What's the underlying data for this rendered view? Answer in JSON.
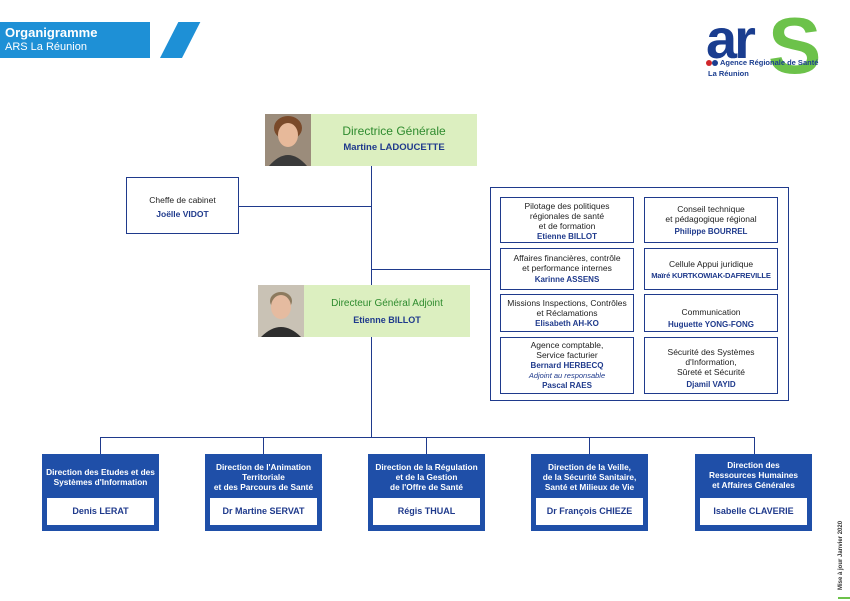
{
  "header": {
    "title": "Organigramme",
    "subtitle": "ARS La Réunion"
  },
  "logo": {
    "mark_a": "ar",
    "mark_s": "S",
    "line1": "Agence Régionale de Santé",
    "line2": "La Réunion",
    "brand_blue": "#1a3d8f",
    "brand_green": "#6cc24a"
  },
  "director_general": {
    "title": "Directrice Générale",
    "name": "Martine LADOUCETTE"
  },
  "cabinet": {
    "title": "Cheffe de cabinet",
    "name": "Joëlle VIDOT"
  },
  "deputy": {
    "title": "Directeur Général Adjoint",
    "name": "Etienne BILLOT"
  },
  "services_left": [
    {
      "lines": [
        "Pilotage des politiques",
        "régionales de santé",
        "et de formation"
      ],
      "name": "Etienne BILLOT"
    },
    {
      "lines": [
        "Affaires financières, contrôle",
        "et performance internes"
      ],
      "name": "Karinne ASSENS"
    },
    {
      "lines": [
        "Missions Inspections, Contrôles",
        "et Réclamations"
      ],
      "name": "Elisabeth AH-KO"
    },
    {
      "lines": [
        "Agence comptable,",
        "Service facturier"
      ],
      "name": "Bernard HERBECQ",
      "extra": "Adjoint au responsable",
      "name2": "Pascal RAES"
    }
  ],
  "services_right": [
    {
      "lines": [
        "Conseil technique",
        "et pédagogique régional"
      ],
      "name": "Philippe BOURREL"
    },
    {
      "lines": [
        "Cellule Appui juridique"
      ],
      "name": "Maïré KURTKOWIAK-DAFREVILLE"
    },
    {
      "lines": [
        "Communication"
      ],
      "name": "Huguette YONG-FONG"
    },
    {
      "lines": [
        "Sécurité des Systèmes",
        "d'Information,",
        "Sûreté et Sécurité"
      ],
      "name": "Djamil VAYID"
    }
  ],
  "directions": [
    {
      "lines": [
        "Direction des Etudes et des",
        "Systèmes d'Information"
      ],
      "name": "Denis LERAT"
    },
    {
      "lines": [
        "Direction de l'Animation",
        "Territoriale",
        "et des Parcours de Santé"
      ],
      "name": "Dr Martine SERVAT"
    },
    {
      "lines": [
        "Direction de la Régulation",
        "et de la Gestion",
        "de l'Offre de Santé"
      ],
      "name": "Régis THUAL"
    },
    {
      "lines": [
        "Direction de la Veille,",
        "de la Sécurité Sanitaire,",
        "Santé et Milieux de Vie"
      ],
      "name": "Dr François CHIEZE"
    },
    {
      "lines": [
        "Direction des",
        "Ressources Humaines",
        "et Affaires Générales"
      ],
      "name": "Isabelle CLAVERIE"
    }
  ],
  "update_note": "Mise à jour Janvier 2020"
}
